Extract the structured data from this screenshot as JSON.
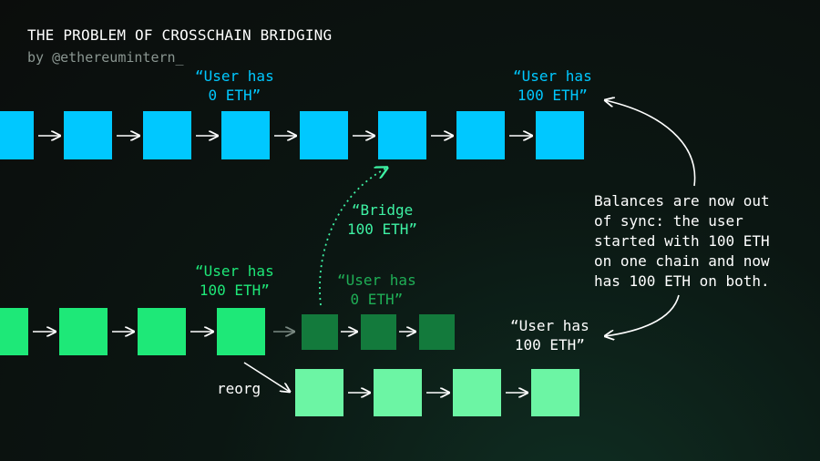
{
  "title": "THE PROBLEM OF CROSSCHAIN BRIDGING",
  "byline": "by @ethereumintern_",
  "labels": {
    "top_user_zero": {
      "line1": "“User has",
      "line2": "0 ETH”"
    },
    "top_user_hundred": {
      "line1": "“User has",
      "line2": "100 ETH”"
    },
    "bridge": {
      "line1": "“Bridge",
      "line2": "100 ETH”"
    },
    "green_user_hundred": {
      "line1": "“User has",
      "line2": "100 ETH”"
    },
    "orphan_user_zero": {
      "line1": "“User has",
      "line2": "0 ETH”"
    },
    "reorg_user_hundred": {
      "line1": "“User has",
      "line2": "100 ETH”"
    },
    "reorg": "reorg"
  },
  "note": {
    "line1": "Balances are now out",
    "line2": "of sync: the user",
    "line3": "started with 100 ETH",
    "line4": "on one chain and now",
    "line5": "has 100 ETH on both."
  },
  "colors": {
    "top_chain": "#00c8ff",
    "green_chain": "#1ee878",
    "orphan_chain": "#137a3c",
    "reorg_chain": "#6cf5a4",
    "bridge_text": "#3ef2a4",
    "orphan_text": "#1fae56"
  }
}
